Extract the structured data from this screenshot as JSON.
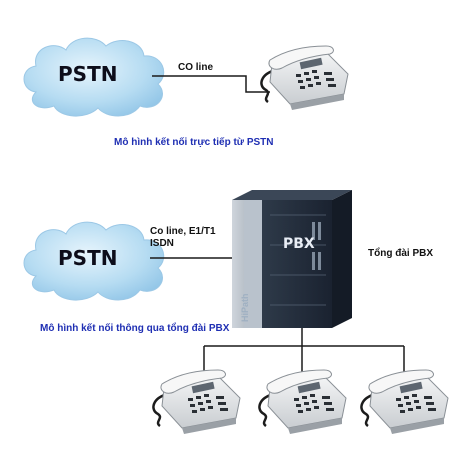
{
  "top": {
    "cloud_label": "PSTN",
    "line_label": "CO line",
    "caption": "Mô hình kết nối trực tiếp từ PSTN"
  },
  "bottom": {
    "cloud_label": "PSTN",
    "line_label_1": "Co line, E1/T1",
    "line_label_2": "ISDN",
    "pbx_label": "PBX",
    "pbx_brand": "HiPath",
    "pbx_side_label": "Tổng đài PBX",
    "caption": "Mô hình kết nối thông qua tổng đài PBX"
  },
  "colors": {
    "caption": "#1f2fb3",
    "cloud_fill": "#b6dcf2",
    "line": "#1a1a1a"
  },
  "icons": [
    "cloud-icon",
    "desk-phone-icon",
    "pbx-cabinet-icon"
  ]
}
